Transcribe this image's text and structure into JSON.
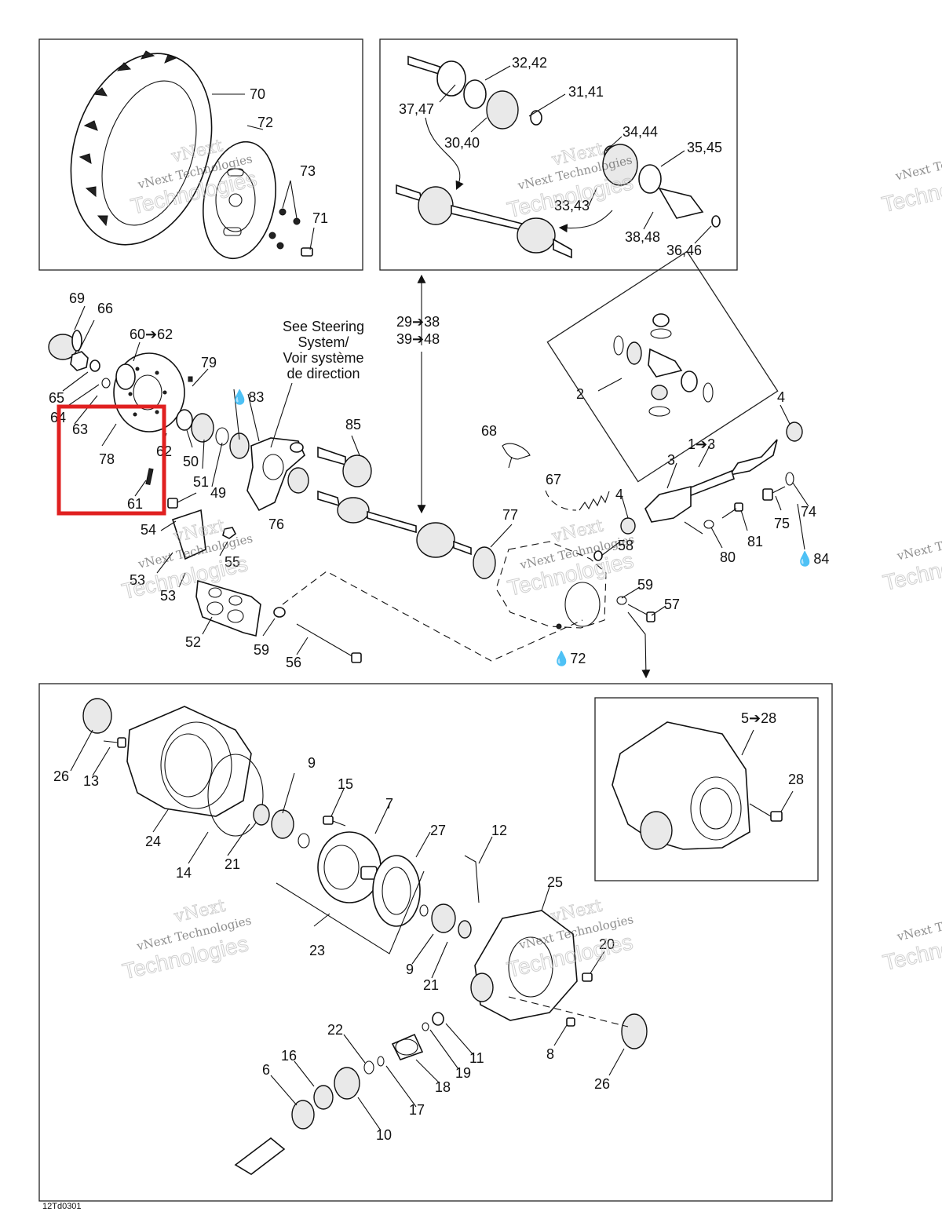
{
  "diagram": {
    "code": "12Td0301",
    "note": [
      "See Steering",
      "System/",
      "Voir système",
      "de direction"
    ],
    "watermark": {
      "line1": "vNext Technologies",
      "line2": "vNext",
      "line3": "Technologies"
    },
    "colors": {
      "highlight": "#e02020",
      "line": "#111111"
    },
    "labels": {
      "l70": "70",
      "l72": "72",
      "l73": "73",
      "l71": "71",
      "l3242": "32,42",
      "l3141": "31,41",
      "l3747": "37,47",
      "l3040": "30,40",
      "l3444": "34,44",
      "l3545": "35,45",
      "l3343": "33,43",
      "l3848": "38,48",
      "l3646": "36,46",
      "l69": "69",
      "l66": "66",
      "l6062": "60➔62",
      "l79": "79",
      "l83": "83",
      "l65": "65",
      "l64": "64",
      "l63": "63",
      "l78": "78",
      "l62": "62",
      "l61": "61",
      "l50": "50",
      "l51": "51",
      "l49": "49",
      "l85": "85",
      "l76": "76",
      "l2938": "29➔38",
      "l3948": "39➔48",
      "l2": "2",
      "l4a": "4",
      "l13": "1➔3",
      "l3": "3",
      "l68": "68",
      "l67": "67",
      "l4b": "4",
      "l74": "74",
      "l75": "75",
      "l81": "81",
      "l80": "80",
      "l84": "84",
      "l58": "58",
      "l77": "77",
      "l54": "54",
      "l55": "55",
      "l53a": "53",
      "l53b": "53",
      "l52": "52",
      "l59a": "59",
      "l56": "56",
      "l59b": "59",
      "l57": "57",
      "l72b": "72",
      "l26a": "26",
      "l13b": "13",
      "l24": "24",
      "l14": "14",
      "l21a": "21",
      "l9a": "9",
      "l15": "15",
      "l7": "7",
      "l27": "27",
      "l12": "12",
      "l23": "23",
      "l9b": "9",
      "l21b": "21",
      "l25": "25",
      "l20": "20",
      "l8": "8",
      "l26b": "26",
      "l22": "22",
      "l16": "16",
      "l6": "6",
      "l11": "11",
      "l19": "19",
      "l18": "18",
      "l17": "17",
      "l10": "10",
      "l528": "5➔28",
      "l28": "28"
    }
  }
}
